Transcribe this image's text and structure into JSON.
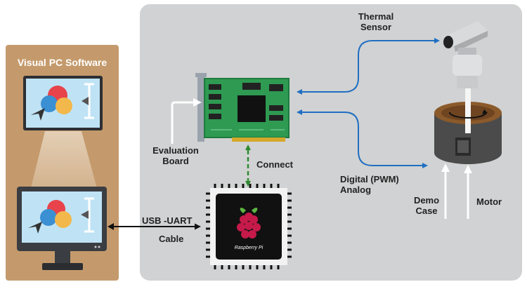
{
  "software_panel": {
    "title": "Visual PC Software"
  },
  "labels": {
    "thermal_sensor": [
      "Thermal",
      "Sensor"
    ],
    "evaluation_board": [
      "Evaluation",
      "Board"
    ],
    "connect": "Connect",
    "digital_analog": [
      "Digital (PWM)",
      "Analog"
    ],
    "demo_case": [
      "Demo",
      "Case"
    ],
    "motor": "Motor",
    "usb_uart": "USB -UART",
    "cable": "Cable",
    "raspberry_pi": "Raspberry Pi"
  },
  "colors": {
    "software_panel": "#c49a6c",
    "system_panel": "#d1d2d3",
    "signal_arrow": "#1f6fc2",
    "connect_arrow": "#2e8b2e",
    "pcb": "#2e9a52",
    "chip_body": "#111111",
    "demo_case": "#4b4b4b",
    "demo_case_top": "#8b5a2b",
    "rpi_logo": "#c51a4a"
  },
  "icons": [
    "monitor-icon",
    "tablet-screen-icon",
    "pcb-board-icon",
    "raspberry-pi-chip-icon",
    "thermal-camera-icon",
    "demo-case-cylinder-icon",
    "stepper-motor-icon"
  ]
}
